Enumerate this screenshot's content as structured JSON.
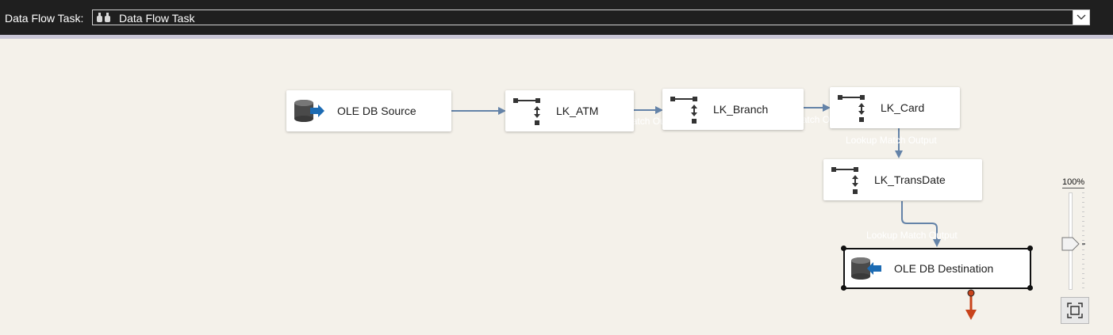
{
  "toolbar": {
    "task_label": "Data Flow Task:",
    "task_selected": "Data Flow Task",
    "task_icon": "data-flow-task-icon",
    "dropdown_icon": "chevron-down-icon"
  },
  "components": {
    "source": {
      "label": "OLE DB Source",
      "icon": "ole-db-source-icon"
    },
    "lk_atm": {
      "label": "LK_ATM",
      "icon": "lookup-icon"
    },
    "lk_branch": {
      "label": "LK_Branch",
      "icon": "lookup-icon"
    },
    "lk_card": {
      "label": "LK_Card",
      "icon": "lookup-icon"
    },
    "lk_transdate": {
      "label": "LK_TransDate",
      "icon": "lookup-icon"
    },
    "destination": {
      "label": "OLE DB Destination",
      "icon": "ole-db-destination-icon"
    }
  },
  "paths": {
    "atm_to_branch": "Lookup Match Output",
    "branch_to_card": "Lookup Match Output",
    "card_to_transdate": "Lookup Match Output",
    "transdate_to_destination": "Lookup Match Output"
  },
  "zoom": {
    "level": "100%",
    "fit_icon": "zoom-to-fit-icon"
  },
  "colors": {
    "canvas": "#f4f1ea",
    "path": "#6483a8",
    "error_path": "#c8431b",
    "toolbar": "#1f1f1f"
  }
}
